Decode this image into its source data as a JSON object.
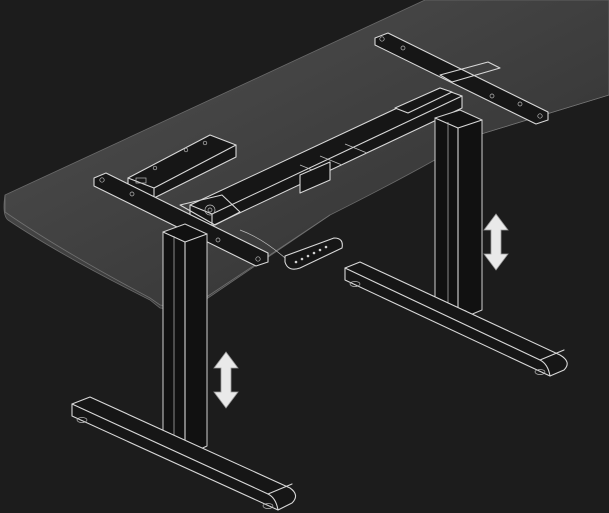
{
  "colors": {
    "background": "#1c1c1c",
    "tabletop": "#4a4a4a",
    "line": "#d8d8d8",
    "arrow": "#e9e9e9"
  },
  "parts": {
    "tabletop": "translucent-desktop-panel",
    "left_leg": "lifting-column-left",
    "right_leg": "lifting-column-right",
    "left_foot": "foot-base-left",
    "right_foot": "foot-base-right",
    "crossbar": "telescopic-crossbar",
    "control_box": "control-box",
    "handset": "handset-controller"
  },
  "icons": {
    "left_arrow": "up-down-arrow-icon",
    "right_arrow": "up-down-arrow-icon"
  }
}
